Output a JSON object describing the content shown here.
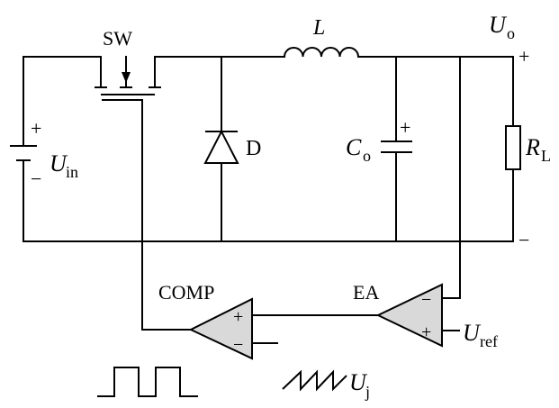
{
  "labels": {
    "switch": "SW",
    "inductor": "L",
    "output_voltage": {
      "main": "U",
      "sub": "o"
    },
    "output_plus": "+",
    "output_minus": "−",
    "input_plus": "+",
    "input_minus": "−",
    "input_voltage": {
      "main": "U",
      "sub": "in"
    },
    "diode": "D",
    "capacitor": {
      "main": "C",
      "sub": "o"
    },
    "capacitor_plus": "+",
    "load": {
      "main": "R",
      "sub": "L"
    },
    "comparator": "COMP",
    "comparator_plus": "+",
    "comparator_minus": "−",
    "error_amp": "EA",
    "error_amp_minus": "−",
    "error_amp_plus": "+",
    "reference": {
      "main": "U",
      "sub": "ref"
    },
    "sawtooth": {
      "main": "U",
      "sub": "j"
    }
  },
  "colors": {
    "line": "#000000",
    "amplifier_fill": "#d9d9d9",
    "background": "#ffffff"
  }
}
